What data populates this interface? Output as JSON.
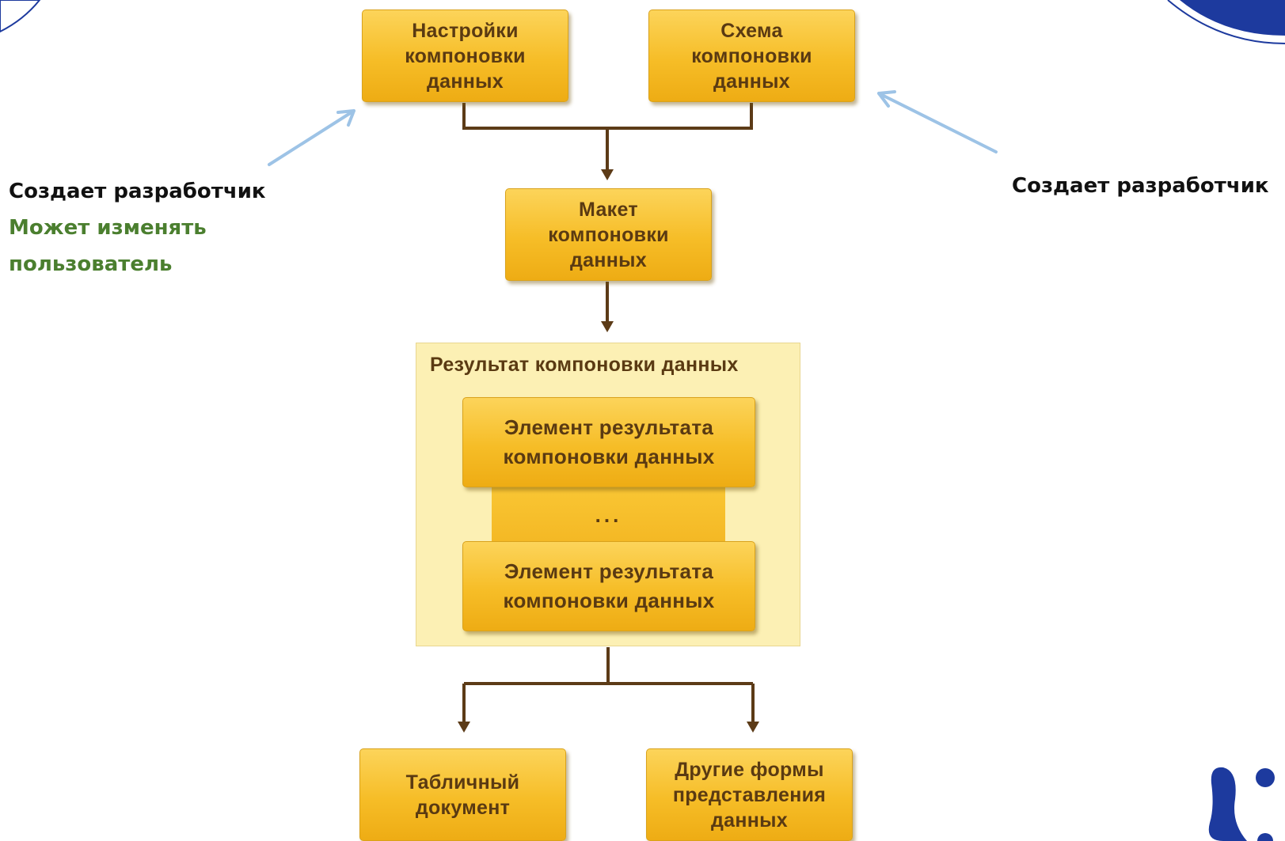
{
  "boxes": {
    "settings": "Настройки\nкомпоновки\nданных",
    "schema": "Схема\nкомпоновки\nданных",
    "template": "Макет\nкомпоновки\nданных",
    "element_1": "Элемент результата\nкомпоновки данных",
    "ellipsis": "...",
    "element_2": "Элемент результата\nкомпоновки данных",
    "spreadsheet": "Табличный\nдокумент",
    "other_forms": "Другие формы\nпредставления\nданных"
  },
  "result_container": {
    "title": "Результат компоновки данных"
  },
  "annotations": {
    "left": {
      "line1": "Создает разработчик",
      "line2": "Может изменять",
      "line3": "пользователь"
    },
    "right": {
      "line1": "Создает разработчик"
    }
  },
  "colors": {
    "box_fill": "#f6bd27",
    "box_text": "#5a3a12",
    "connector": "#5c3b17",
    "annotation_arrow": "#9dc3e6",
    "annotation_green": "#4b7f2f",
    "container_fill": "#fcf0b4",
    "deco_blue": "#1d3a9e"
  }
}
